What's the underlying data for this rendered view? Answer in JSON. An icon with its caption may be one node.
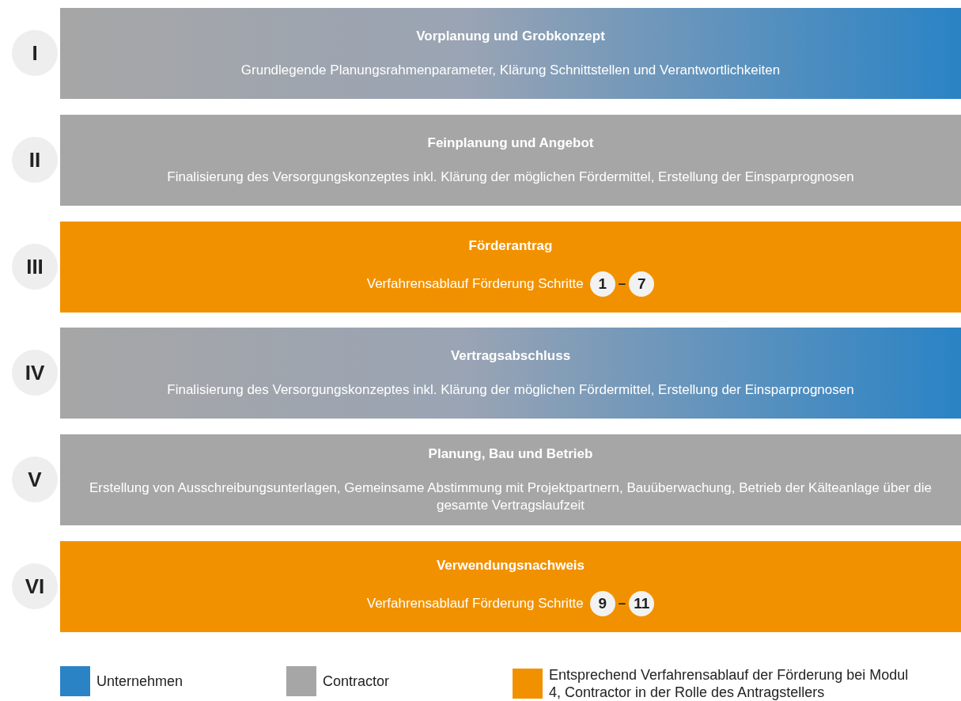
{
  "diagram": {
    "nodes": [
      {
        "text": [
          "I"
        ]
      },
      {
        "text": [
          "Vorplanung und Grobkonzept",
          "Grundlegende Planungsrahmenparameter, Klärung Schnittstellen und Verantwortlichkeiten"
        ]
      },
      {
        "text": [
          "II"
        ]
      },
      {
        "text": [
          "Feinplanung und Angebot",
          "Finalisierung des Versorgungskonzeptes inkl. Klärung der möglichen Fördermittel, Erstellung der Einsparprognosen"
        ]
      },
      {
        "text": [
          "III"
        ]
      },
      {
        "text": [
          "Förderantrag",
          "Verfahrensablauf Förderung Schritte"
        ]
      },
      {
        "text": [
          "1"
        ],
        "in": 5
      },
      {
        "text": [
          "7"
        ],
        "in": 5
      },
      {
        "text": [
          "IV"
        ]
      },
      {
        "text": [
          "Vertragsabschluss",
          "Finalisierung des Versorgungskonzeptes inkl. Klärung der möglichen Fördermittel, Erstellung der Einsparprognosen"
        ]
      },
      {
        "text": [
          "V"
        ]
      },
      {
        "text": [
          "Planung, Bau und Betrieb",
          "Erstellung von Ausschreibungsunterlagen, Gemeinsame Abstimmung mit Projektpartnern, Bauüberwachung, Betrieb der Kälteanlage über die gesamte Vertragslaufzeit"
        ]
      },
      {
        "text": [
          "VI"
        ]
      },
      {
        "text": [
          "Verwendungsnachweis",
          "Verfahrensablauf Förderung Schritte"
        ]
      },
      {
        "text": [
          "9"
        ],
        "in": 13
      },
      {
        "text": [
          "11"
        ],
        "in": 13
      }
    ],
    "edges": [],
    "labels": [
      "–",
      "–"
    ],
    "legend": [
      {
        "text": "Unternehmen",
        "color": "#2a83c5"
      },
      {
        "text": "Contractor",
        "color": "#a6a6a6"
      },
      {
        "text": "Entsprechend Verfahrensablauf der Förderung bei Modul 4, Contractor in der Rolle des Antragstellers",
        "color": "#f29100"
      }
    ]
  }
}
